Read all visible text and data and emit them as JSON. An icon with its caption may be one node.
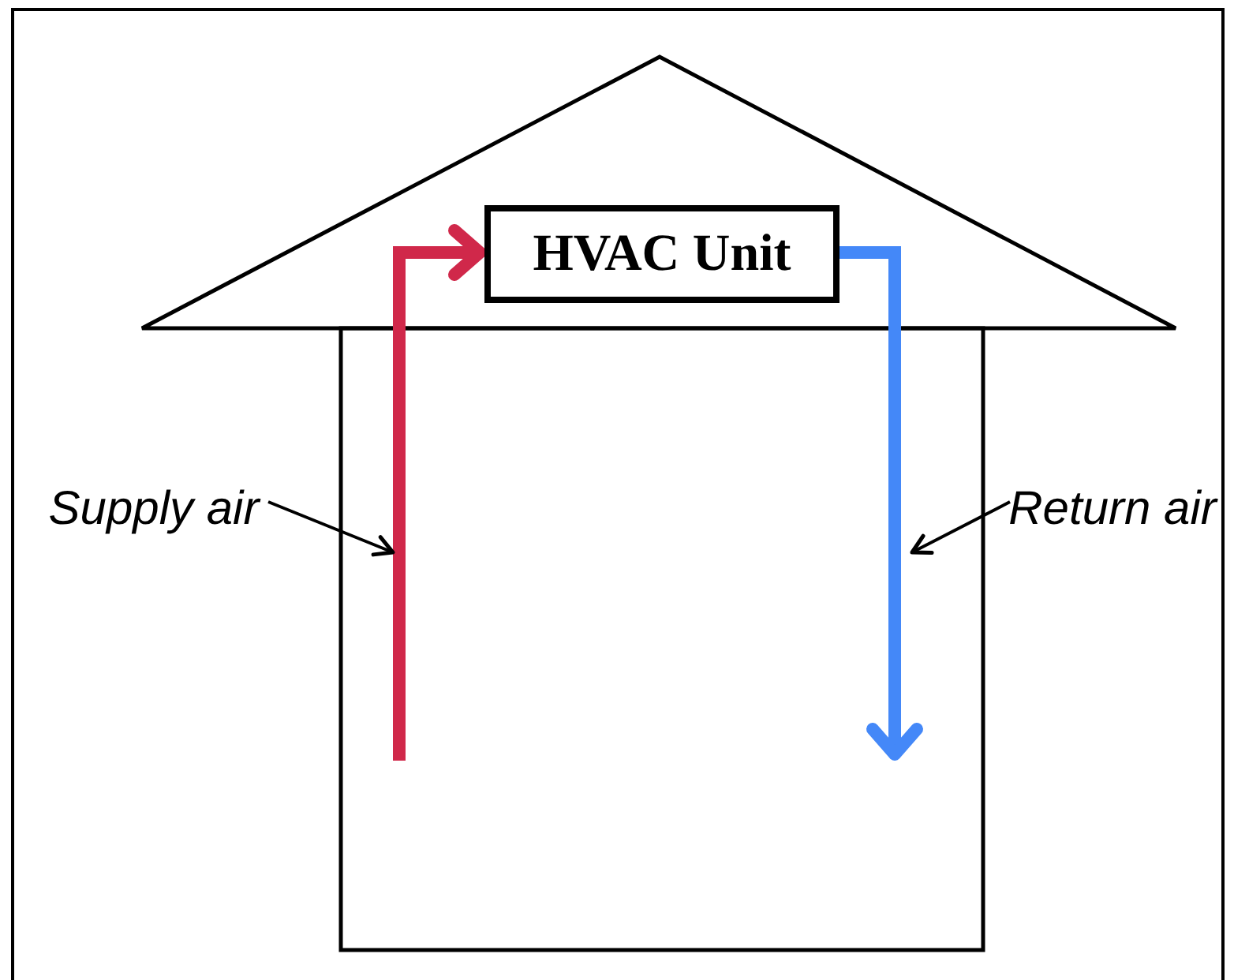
{
  "diagram": {
    "nodes": [
      {
        "text": [
          "HVAC Unit"
        ]
      },
      {
        "text": [
          "Supply air"
        ]
      },
      {
        "text": [
          "Return air"
        ]
      }
    ],
    "edges": [
      {
        "from": null,
        "to": 0,
        "arrow": "to",
        "style": "thick",
        "color": "#d0284a"
      },
      {
        "from": 0,
        "to": null,
        "arrow": "to",
        "style": "thick",
        "color": "#4488f8"
      },
      {
        "from": 1,
        "to": null,
        "arrow": "to"
      },
      {
        "from": 2,
        "to": null,
        "arrow": "to"
      }
    ]
  }
}
